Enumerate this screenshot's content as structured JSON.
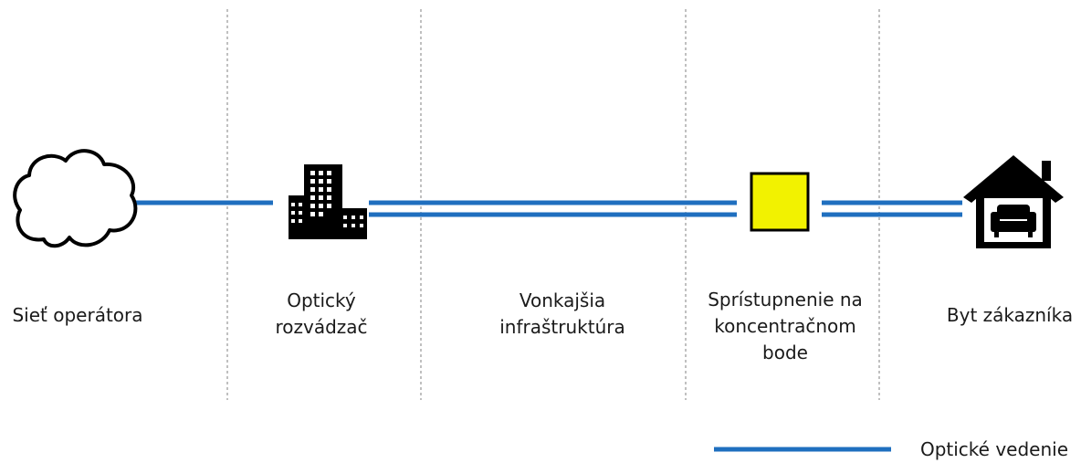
{
  "title": "",
  "nodes": [
    {
      "id": "operator-network",
      "label_lines": [
        "Sieť operátora"
      ],
      "icon": "cloud-icon"
    },
    {
      "id": "optical-distributor",
      "label_lines": [
        "Optický",
        "rozvádzač"
      ],
      "icon": "building-icon"
    },
    {
      "id": "outdoor-infrastructure",
      "label_lines": [
        "Vonkajšia",
        "infraštruktúra"
      ],
      "icon": ""
    },
    {
      "id": "concentration-point",
      "label_lines": [
        "Sprístupnenie na",
        "koncentračnom",
        "bode"
      ],
      "icon": "yellow-box-icon"
    },
    {
      "id": "customer-flat",
      "label_lines": [
        "Byt zákazníka"
      ],
      "icon": "house-armchair-icon"
    }
  ],
  "legend": {
    "label": "Optické vedenie",
    "line_color": "#1f6fbf"
  },
  "colors": {
    "fiber": "#1f6fbf",
    "access_box": "#f2f200",
    "divider": "#808080",
    "icon": "#000000"
  }
}
